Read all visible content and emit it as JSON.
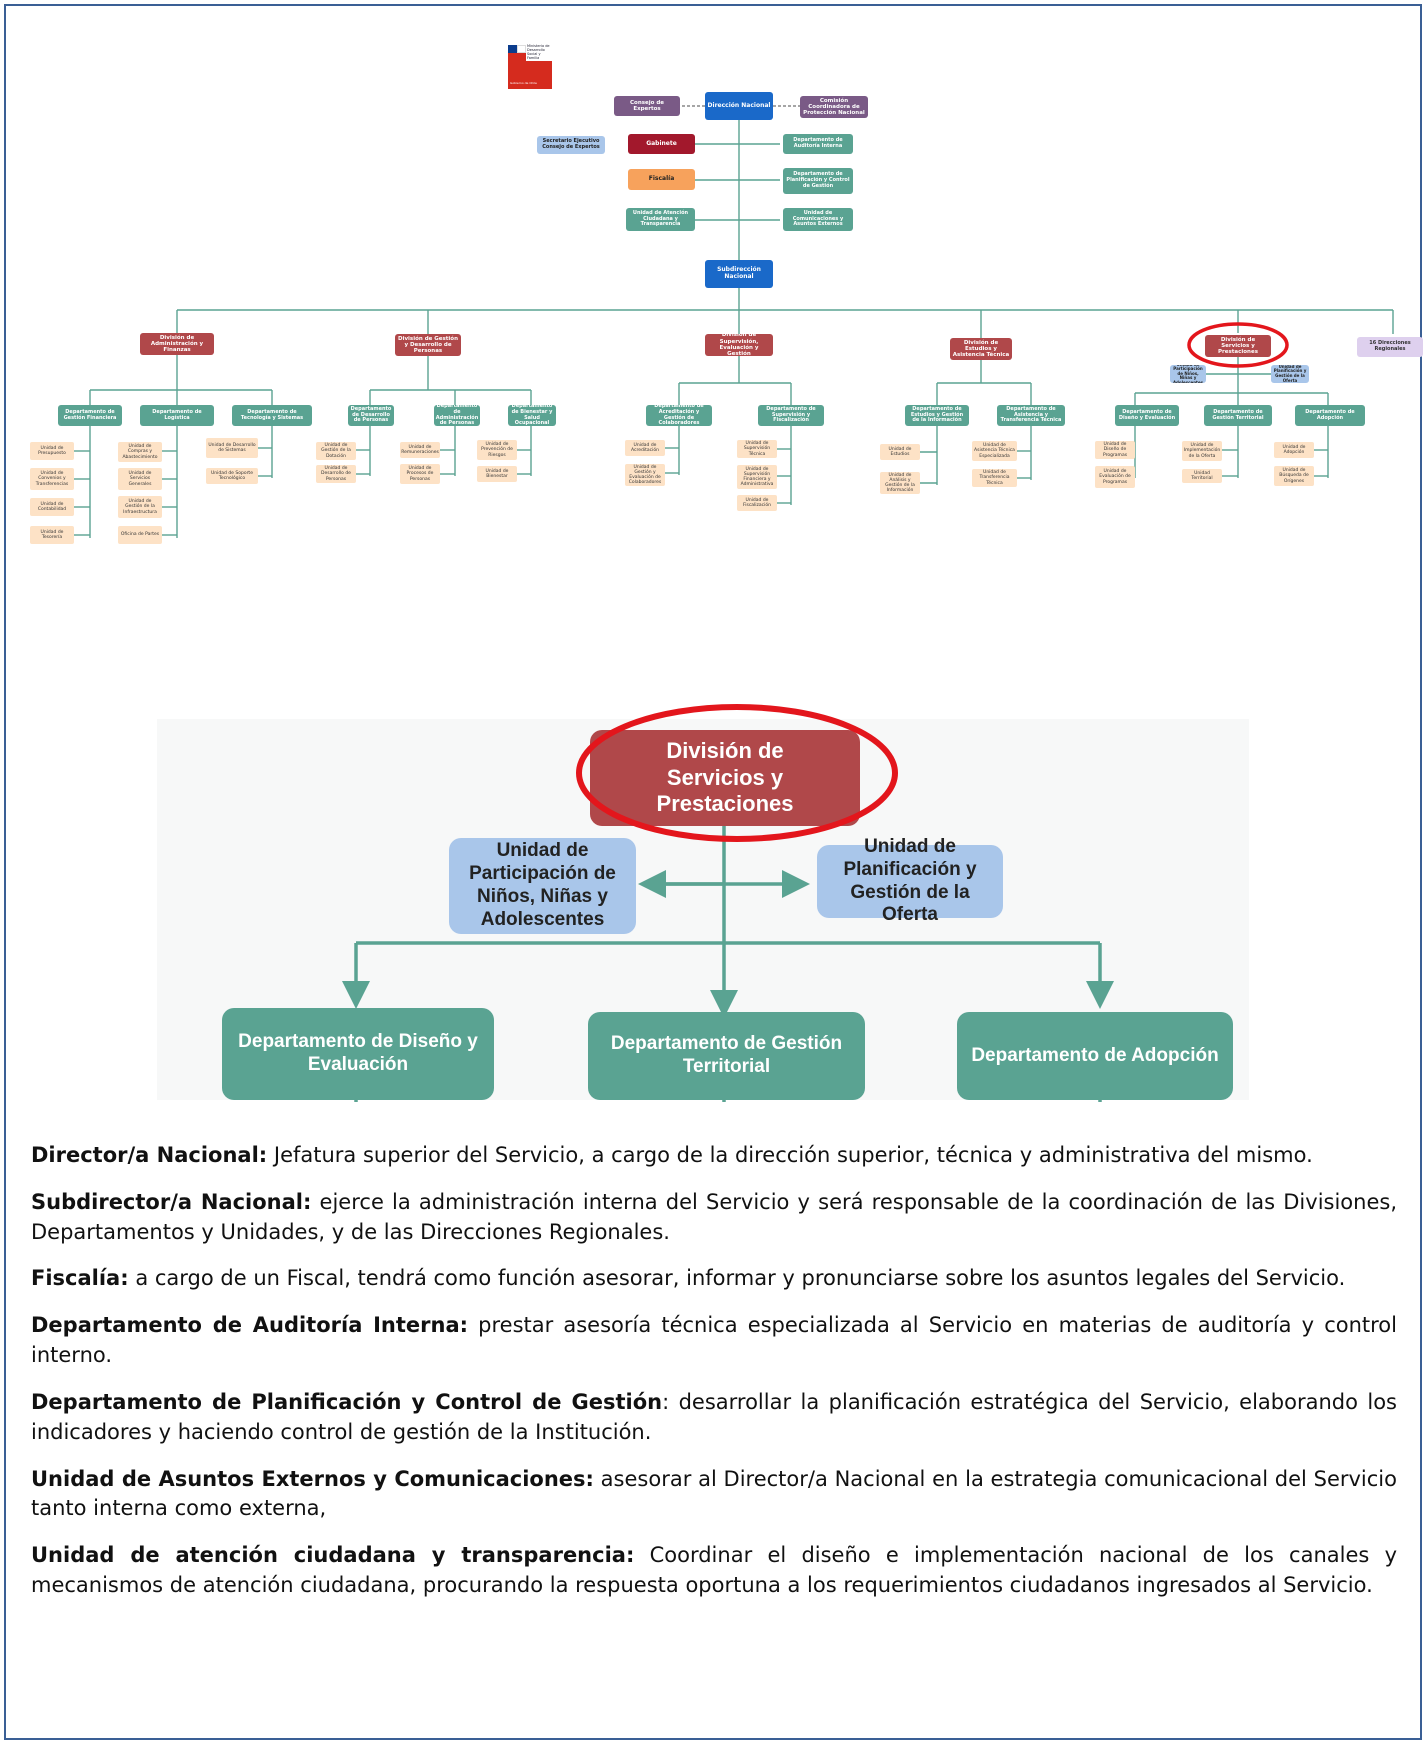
{
  "org_chart": {
    "logo_text": "Ministerio de Desarrollo Social y Familia",
    "logo_subtext": "Gobierno de Chile",
    "top": {
      "director": "Dirección Nacional",
      "consejo": "Consejo de Expertos",
      "comision": "Comisión Coordinadora de Protección Nacional",
      "secretario": "Secretario Ejecutivo Consejo de Expertos",
      "gabinete": "Gabinete",
      "fiscalia": "Fiscalía",
      "atencion": "Unidad de Atención Ciudadana y Transparencia",
      "auditoria": "Departamento de Auditoría Interna",
      "planificacion": "Departamento de Planificación y Control de Gestión",
      "comunicaciones": "Unidad de Comunicaciones y Asuntos Externos",
      "subdireccion": "Subdirección Nacional"
    },
    "divisions": [
      {
        "name": "División de Administración y Finanzas",
        "departments": [
          {
            "name": "Departamento de Gestión Financiera",
            "units": [
              "Unidad de Presupuesto",
              "Unidad de Convenios y Transferencias",
              "Unidad de Contabilidad",
              "Unidad de Tesorería"
            ]
          },
          {
            "name": "Departamento de Logística",
            "units": [
              "Unidad de Compras y Abastecimiento",
              "Unidad de Servicios Generales",
              "Unidad de Gestión de la Infraestructura",
              "Oficina de Partes"
            ]
          },
          {
            "name": "Departamento de Tecnología y Sistemas",
            "units": [
              "Unidad de Desarrollo de Sistemas",
              "Unidad de Soporte Tecnológico"
            ]
          }
        ]
      },
      {
        "name": "División de Gestión y Desarrollo de Personas",
        "departments": [
          {
            "name": "Departamento de Desarrollo de Personas",
            "units": [
              "Unidad de Gestión de la Dotación",
              "Unidad de Desarrollo de Personas"
            ]
          },
          {
            "name": "Departamento de Administración de Personas",
            "units": [
              "Unidad de Remuneraciones",
              "Unidad de Procesos de Personas"
            ]
          },
          {
            "name": "Departamento de Bienestar y Salud Ocupacional",
            "units": [
              "Unidad de Prevención de Riesgos",
              "Unidad de Bienestar"
            ]
          }
        ]
      },
      {
        "name": "División de Supervisión, Evaluación y Gestión",
        "departments": [
          {
            "name": "Departamento de Acreditación y Gestión de Colaboradores",
            "units": [
              "Unidad de Acreditación",
              "Unidad de Gestión y Evaluación de Colaboradores"
            ]
          },
          {
            "name": "Departamento de Supervisión y Fiscalización",
            "units": [
              "Unidad de Supervisión Técnica",
              "Unidad de Supervisión Financiera y Administrativa",
              "Unidad de Fiscalización"
            ]
          }
        ]
      },
      {
        "name": "División de Estudios y Asistencia Técnica",
        "departments": [
          {
            "name": "Departamento de Estudios y Gestión de la Información",
            "units": [
              "Unidad de Estudios",
              "Unidad de Análisis y Gestión de la Información"
            ]
          },
          {
            "name": "Departamento de Asistencia y Transferencia Técnica",
            "units": [
              "Unidad de Asistencia Técnica Especializada",
              "Unidad de Transferencia Técnica"
            ]
          }
        ]
      },
      {
        "name": "División de Servicios y Prestaciones",
        "side_units": [
          "Unidad de Participación de Niños, Niñas y Adolescentes",
          "Unidad de Planificación y Gestión de la Oferta"
        ],
        "departments": [
          {
            "name": "Departamento de Diseño y Evaluación",
            "units": [
              "Unidad de Diseño de Programas",
              "Unidad de Evaluación de Programas"
            ]
          },
          {
            "name": "Departamento de Gestión Territorial",
            "units": [
              "Unidad de Implementación de la Oferta",
              "Unidad Territorial"
            ]
          },
          {
            "name": "Departamento de Adopción",
            "units": [
              "Unidad de Adopción",
              "Unidad de Búsqueda de Orígenes"
            ]
          }
        ]
      }
    ],
    "regional": "16 Direcciones Regionales",
    "highlight_color": "#e3161c"
  },
  "zoom": {
    "division": "División de Servicios y Prestaciones",
    "unit_left": "Unidad de Participación de Niños, Niñas y Adolescentes",
    "unit_right": "Unidad de Planificación y Gestión de la Oferta",
    "dept_1": "Departamento de Diseño y Evaluación",
    "dept_2": "Departamento de Gestión Territorial",
    "dept_3": "Departamento de Adopción"
  },
  "descriptions": [
    {
      "term": "Director/a Nacional:",
      "text": " Jefatura superior del Servicio, a cargo de la dirección superior, técnica y administrativa del mismo."
    },
    {
      "term": "Subdirector/a Nacional:",
      "text": " ejerce la administración interna del Servicio y será responsable de la coordinación de las Divisiones, Departamentos y Unidades, y de las Direcciones Regionales."
    },
    {
      "term": "Fiscalía:",
      "text": " a cargo de un Fiscal, tendrá como función asesorar, informar y pronunciarse sobre los asuntos legales del Servicio."
    },
    {
      "term": "Departamento de Auditoría Interna:",
      "text": " prestar asesoría técnica especializada al Servicio en materias de auditoría y control interno."
    },
    {
      "term": "Departamento de Planificación y Control de Gestión",
      "text": ": desarrollar la planificación estratégica del Servicio, elaborando los indicadores y haciendo control de gestión de la Institución."
    },
    {
      "term": "Unidad de Asuntos Externos y Comunicaciones:",
      "text": " asesorar al Director/a Nacional en la estrategia comunicacional del Servicio tanto interna como externa,"
    },
    {
      "term": "Unidad de atención ciudadana y transparencia:",
      "text": " Coordinar el diseño e implementación nacional de los canales y mecanismos de atención ciudadana, procurando la respuesta oportuna a los requerimientos ciudadanos ingresados al Servicio."
    }
  ]
}
